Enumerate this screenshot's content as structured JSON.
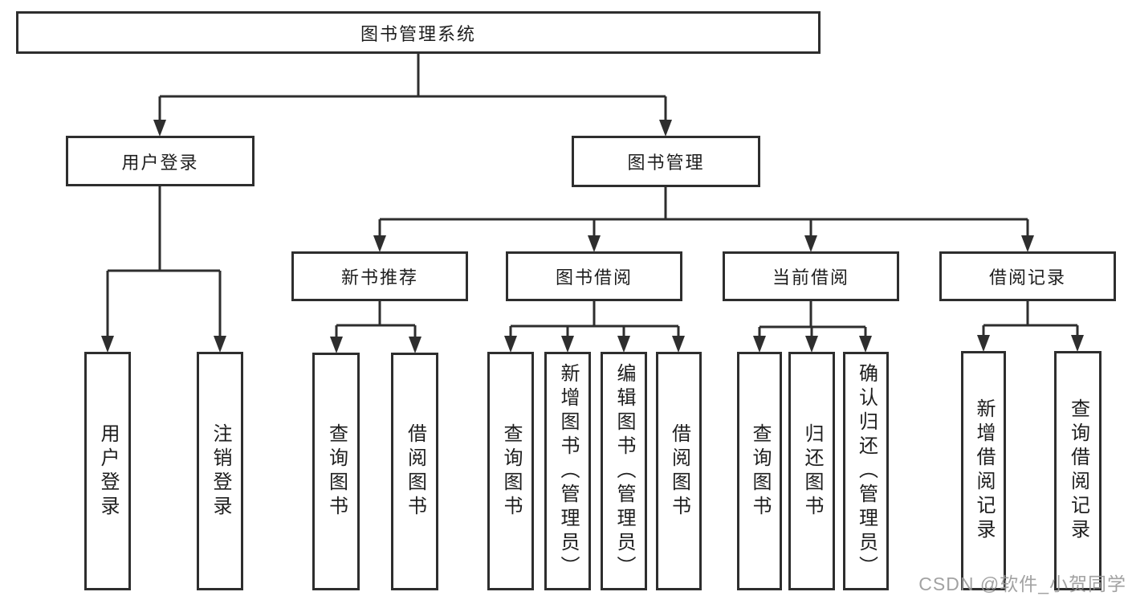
{
  "nodes": {
    "root": {
      "label": "图书管理系统"
    },
    "user_login": {
      "label": "用户登录"
    },
    "book_mgmt": {
      "label": "图书管理"
    },
    "new_books": {
      "label": "新书推荐"
    },
    "book_borrow": {
      "label": "图书借阅"
    },
    "current_borrow": {
      "label": "当前借阅"
    },
    "borrow_records": {
      "label": "借阅记录"
    },
    "leaf_user_login": {
      "label": "用户登录"
    },
    "leaf_logout": {
      "label": "注销登录"
    },
    "leaf_nb_query": {
      "label": "查询图书"
    },
    "leaf_nb_borrow": {
      "label": "借阅图书"
    },
    "leaf_bw_query": {
      "label": "查询图书"
    },
    "leaf_bw_add": {
      "label": "新增图书（管理员）"
    },
    "leaf_bw_edit": {
      "label": "编辑图书（管理员）"
    },
    "leaf_bw_borrow": {
      "label": "借阅图书"
    },
    "leaf_cur_query": {
      "label": "查询图书"
    },
    "leaf_cur_return": {
      "label": "归还图书"
    },
    "leaf_cur_confirm": {
      "label": "确认归还（管理员）"
    },
    "leaf_rec_add": {
      "label": "新增借阅记录"
    },
    "leaf_rec_query": {
      "label": "查询借阅记录"
    }
  },
  "hierarchy": {
    "图书管理系统": {
      "用户登录": [
        "用户登录",
        "注销登录"
      ],
      "图书管理": {
        "新书推荐": [
          "查询图书",
          "借阅图书"
        ],
        "图书借阅": [
          "查询图书",
          "新增图书（管理员）",
          "编辑图书（管理员）",
          "借阅图书"
        ],
        "当前借阅": [
          "查询图书",
          "归还图书",
          "确认归还（管理员）"
        ],
        "借阅记录": [
          "新增借阅记录",
          "查询借阅记录"
        ]
      }
    }
  },
  "watermark": {
    "text": "CSDN @软件_小贺同学"
  },
  "colors": {
    "line": "#2e2e2e",
    "box_border": "#2e2e2e",
    "box_bg": "#ffffff",
    "text": "#1e1e1e",
    "watermark": "#989898"
  }
}
